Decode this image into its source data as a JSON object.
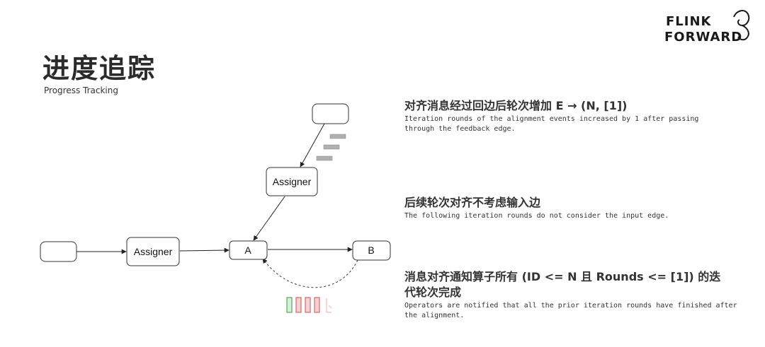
{
  "slide": {
    "title_zh": "进度追踪",
    "title_en": "Progress Tracking"
  },
  "logo": {
    "line1": "FLINK",
    "line2": "FORWARD"
  },
  "diagram": {
    "nodes": {
      "top_source": "",
      "left_source": "",
      "assigner_top": "Assigner",
      "assigner_left": "Assigner",
      "a": "A",
      "b": "B"
    }
  },
  "notes": [
    {
      "zh": "对齐消息经过回边后轮次增加 E → (N, [1])",
      "en_line1": "Iteration rounds of the alignment events increased by 1 after passing",
      "en_line2": "through the feedback edge."
    },
    {
      "zh": "后续轮次对齐不考虑输入边",
      "en_line1": "The following iteration rounds do not consider the input edge."
    },
    {
      "zh_line1": "消息对齐通知算子所有 (ID <= N 且 Rounds <= [1]) 的迭",
      "zh_line2": "代轮次完成",
      "en_line1": "Operators are notified that all the prior iteration rounds have finished after",
      "en_line2": "the alignment."
    }
  ],
  "colors": {
    "queue_gray": "#b0b0b0",
    "queue_green_fill": "#d6f0d6",
    "queue_green_stroke": "#3a9a3a",
    "queue_red_fill": "#f7d4d4",
    "queue_red_stroke": "#c85050"
  }
}
